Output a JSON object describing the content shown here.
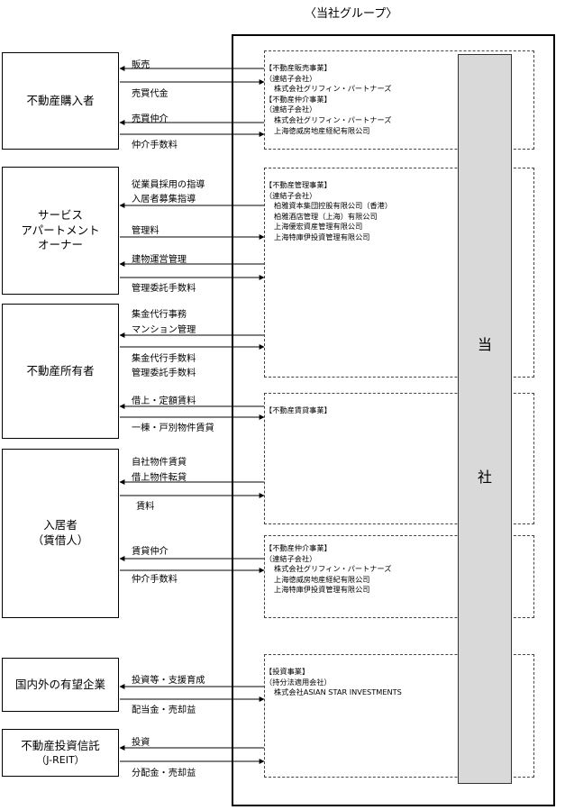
{
  "group_title": "〈当社グループ〉",
  "company": {
    "chars": [
      "当",
      "社"
    ]
  },
  "external_parties": [
    {
      "id": "buyer",
      "lines": [
        "不動産購入者"
      ]
    },
    {
      "id": "owner",
      "lines": [
        "サービス",
        "アパートメント",
        "オーナー"
      ]
    },
    {
      "id": "property_owner",
      "lines": [
        "不動産所有者"
      ]
    },
    {
      "id": "tenant",
      "lines": [
        "入居者",
        "（賃借人）"
      ]
    },
    {
      "id": "enterprise",
      "lines": [
        "国内外の有望企業"
      ]
    },
    {
      "id": "reit",
      "lines": [
        "不動産投資信託",
        "（J-REIT）"
      ]
    }
  ],
  "segments": [
    {
      "id": "sales",
      "lines": [
        "【不動産販売事業】",
        "（連結子会社）",
        "株式会社グリフィン・パートナーズ",
        "【不動産仲介事業】",
        "（連結子会社）",
        "株式会社グリフィン・パートナーズ",
        "上海徳威房地産経紀有限公司"
      ]
    },
    {
      "id": "management",
      "lines": [
        "【不動産管理事業】",
        "（連結子会社）",
        "柏雅資本集団控股有限公司（香港）",
        "柏雅酒店管理（上海）有限公司",
        "上海優宏資産管理有限公司",
        "上海特庫伊投資管理有限公司"
      ]
    },
    {
      "id": "leasing",
      "lines": [
        "【不動産賃貸事業】"
      ]
    },
    {
      "id": "brokerage",
      "lines": [
        "【不動産仲介事業】",
        "（連結子会社）",
        "株式会社グリフィン・パートナーズ",
        "上海徳威房地産経紀有限公司",
        "上海特庫伊投資管理有限公司"
      ]
    },
    {
      "id": "investment",
      "lines": [
        "【投資事業】",
        "（持分法適用会社）",
        "株式会社ASIAN STAR INVESTMENTS"
      ]
    }
  ],
  "flows": [
    {
      "id": "sale",
      "label": "販売"
    },
    {
      "id": "sale_price",
      "label": "売買代金"
    },
    {
      "id": "sale_brokerage",
      "label": "売買仲介"
    },
    {
      "id": "brokerage_fee_1",
      "label": "仲介手数料"
    },
    {
      "id": "staff_guidance",
      "label": "従業員採用の指導"
    },
    {
      "id": "tenant_recruit",
      "label": "入居者募集指導"
    },
    {
      "id": "mgmt_fee",
      "label": "管理料"
    },
    {
      "id": "building_ops",
      "label": "建物運営管理"
    },
    {
      "id": "mgmt_commission",
      "label": "管理委託手数料"
    },
    {
      "id": "collection_agency",
      "label": "集金代行事務"
    },
    {
      "id": "mansion_mgmt",
      "label": "マンション管理"
    },
    {
      "id": "collection_fee",
      "label": "集金代行手数料"
    },
    {
      "id": "mgmt_commission_2",
      "label": "管理委託手数料"
    },
    {
      "id": "master_lease",
      "label": "借上・定額賃料"
    },
    {
      "id": "building_rent",
      "label": "一棟・戸別物件賃貸"
    },
    {
      "id": "own_rent",
      "label": "自社物件賃貸"
    },
    {
      "id": "sublease",
      "label": "借上物件転貸"
    },
    {
      "id": "rent",
      "label": "賃料"
    },
    {
      "id": "lease_brokerage",
      "label": "賃貸仲介"
    },
    {
      "id": "brokerage_fee_2",
      "label": "仲介手数料"
    },
    {
      "id": "invest_support",
      "label": "投資等・支援育成"
    },
    {
      "id": "dividend_gain",
      "label": "配当金・売却益"
    },
    {
      "id": "invest",
      "label": "投資"
    },
    {
      "id": "distribution_gain",
      "label": "分配金・売却益"
    }
  ]
}
